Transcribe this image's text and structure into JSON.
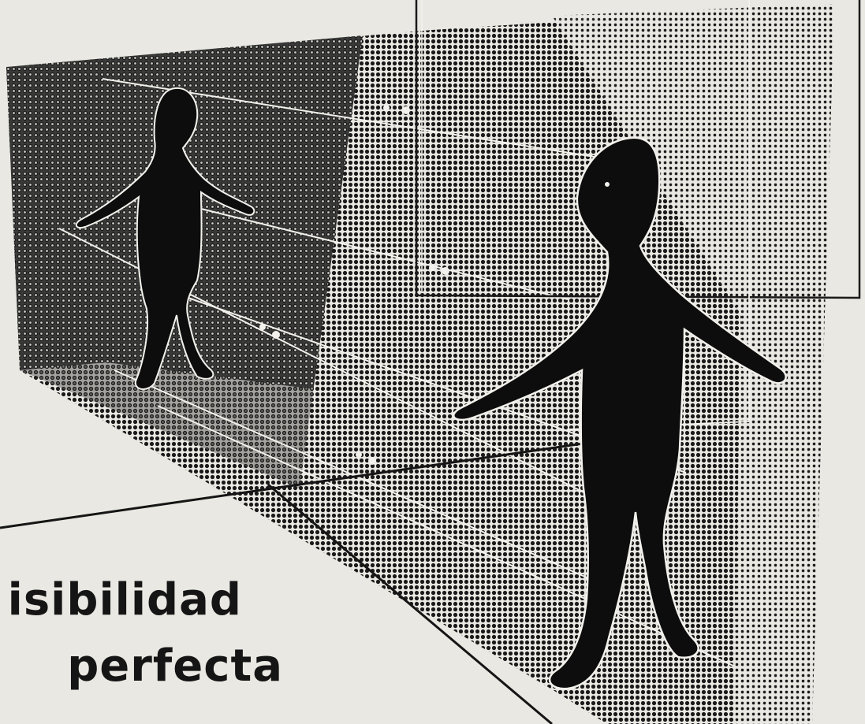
{
  "caption": {
    "line1": "isibilidad",
    "line2": "perfecta"
  },
  "colors": {
    "paper": "#e9e8e2",
    "ink": "#151515",
    "halftone_dark": "#141414",
    "halftone_light": "#e9e8e2"
  },
  "figures": [
    "person-silhouette-left",
    "person-silhouette-right"
  ],
  "style": "halftone-print-illustration"
}
